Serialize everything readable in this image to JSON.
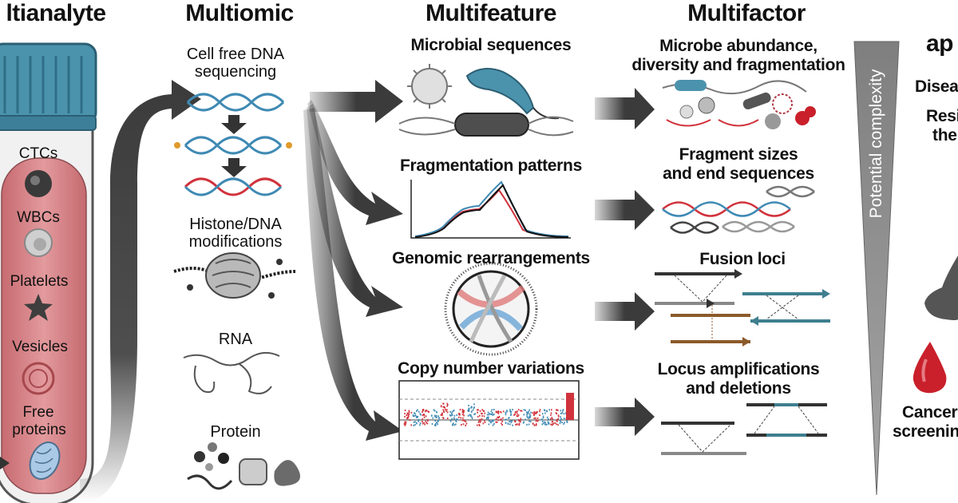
{
  "headers": {
    "multianalyte": "ltianalyte",
    "multiomic": "Multiomic",
    "multifeature": "Multifeature",
    "multifactor": "Multifactor",
    "applications": "ap"
  },
  "tube_labels": [
    "CTCs",
    "WBCs",
    "Platelets",
    "Vesicles",
    "Free",
    "proteins"
  ],
  "multiomic_items": {
    "cfdna_1": "Cell free DNA",
    "cfdna_2": "sequencing",
    "histone_1": "Histone/DNA",
    "histone_2": "modifications",
    "rna": "RNA",
    "protein": "Protein"
  },
  "multifeature_items": {
    "microbial": "Microbial sequences",
    "fragmentation": "Fragmentation patterns",
    "genomic": "Genomic rearrangements",
    "cnv": "Copy number variations"
  },
  "multifactor_items": {
    "microbe_1": "Microbe abundance,",
    "microbe_2": "diversity and fragmentation",
    "fragment_1": "Fragment sizes",
    "fragment_2": "and end sequences",
    "fusion": "Fusion loci",
    "locus_1": "Locus amplifications",
    "locus_2": "and deletions"
  },
  "complexity_label": "Potential complexity",
  "applications": {
    "disease": "Disea",
    "resistance_1": "Resi",
    "resistance_2": "the",
    "cancer_1": "Cancer",
    "cancer_2": "screenin"
  },
  "colors": {
    "tube_fill": "#d9868a",
    "tube_cap": "#4b93ad",
    "arrow": "#3b3b3b",
    "dna_red": "#d1333c",
    "dna_blue": "#3f8ab4",
    "wedge": "#8a8a8a",
    "blood": "#c9202b"
  }
}
